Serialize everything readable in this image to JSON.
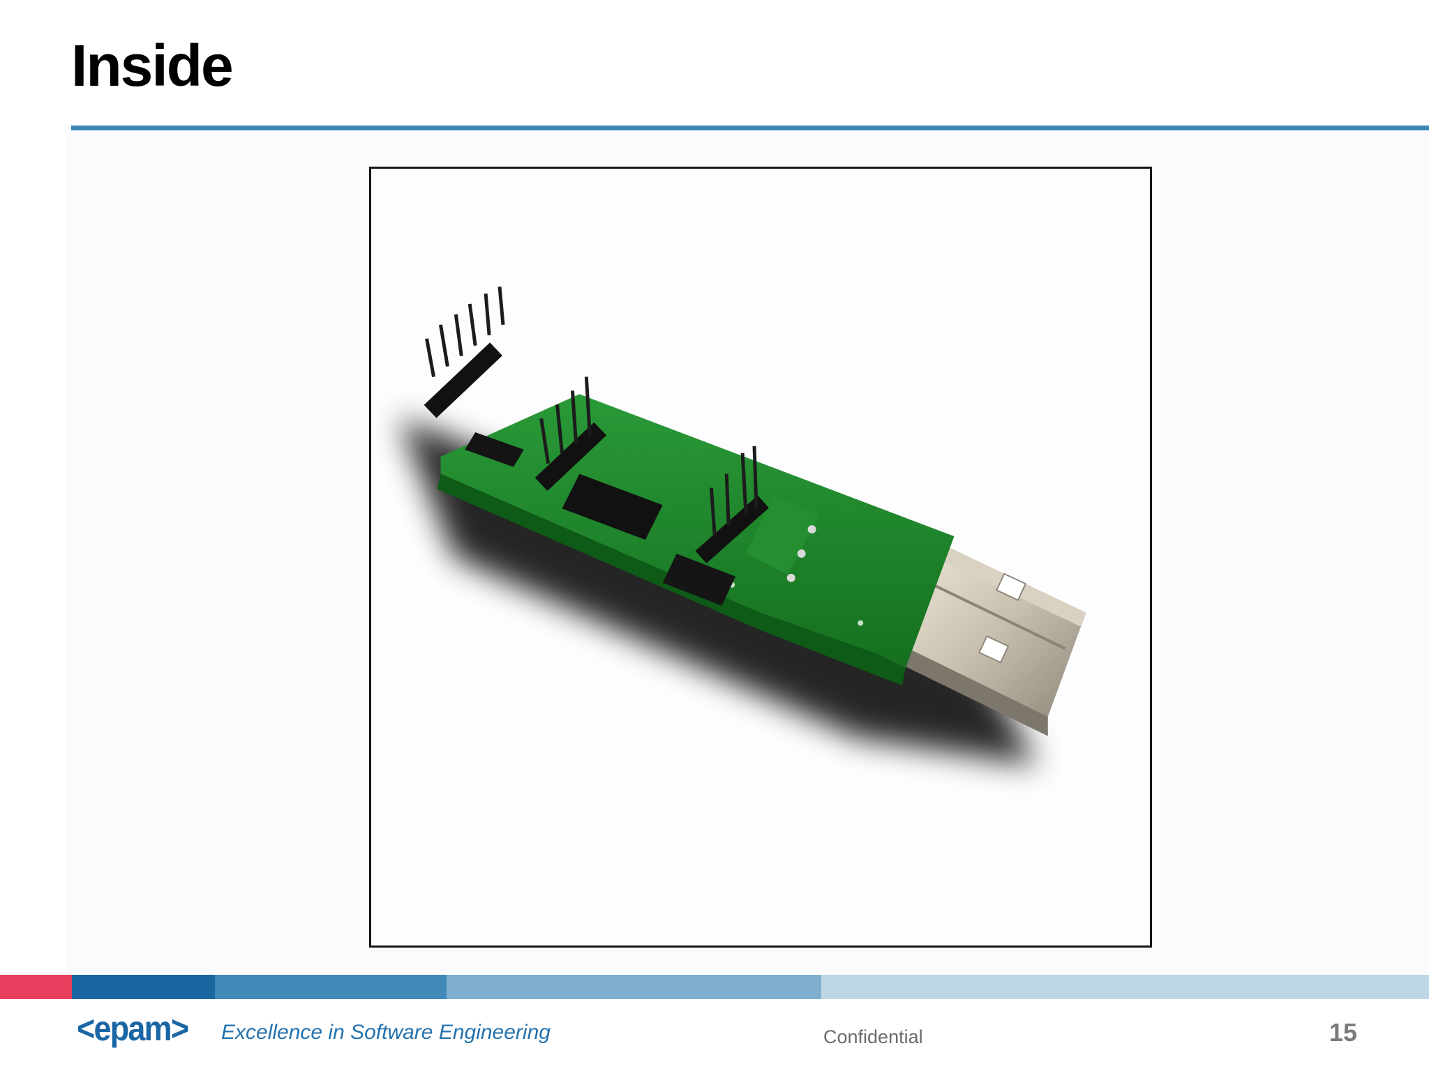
{
  "slide": {
    "title": "Inside"
  },
  "photo": {
    "subject": "usb-programmer-board-photo"
  },
  "footer": {
    "logo_text": "<epam>",
    "tagline": "Excellence in Software Engineering",
    "confidential": "Confidential",
    "page_number": "15"
  },
  "colors": {
    "title_rule": "#3f86b8",
    "footer_bar": [
      "#e83d5d",
      "#1966a0",
      "#4089b8",
      "#80b0cf",
      "#bdd7e6"
    ],
    "brand_blue": "#1a66a5",
    "pcb_green": "#1f8a2c"
  }
}
